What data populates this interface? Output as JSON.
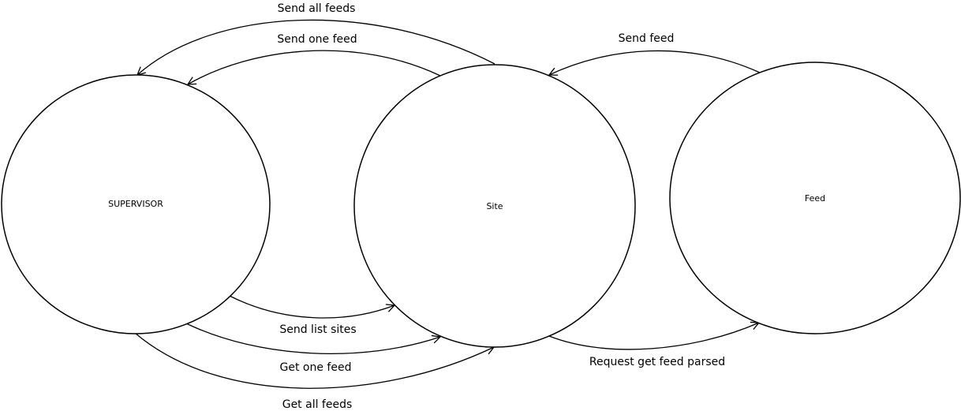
{
  "nodes": {
    "supervisor": "SUPERVISOR",
    "site": "Site",
    "feed": "Feed"
  },
  "edges": {
    "send_all_feeds": "Send all feeds",
    "send_one_feed": "Send one feed",
    "send_feed": "Send feed",
    "send_list_sites": "Send list sites",
    "get_one_feed": "Get one feed",
    "get_all_feeds": "Get all feeds",
    "request_get_feed_parsed": "Request get feed parsed"
  }
}
